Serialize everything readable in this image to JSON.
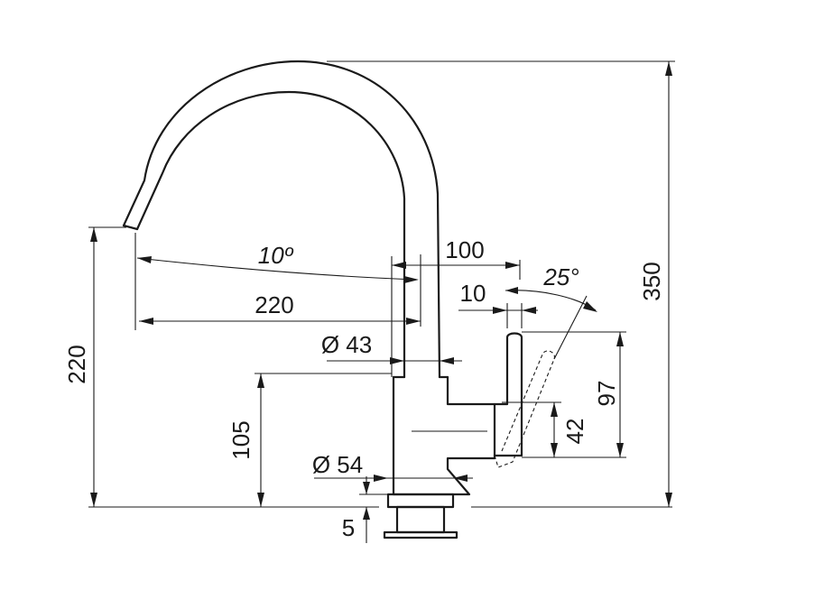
{
  "dimensions": {
    "height_total": "350",
    "spout_height": "220",
    "spout_angle": "10º",
    "spout_reach_offset": "100",
    "spout_reach": "220",
    "body_diameter": "Ø 43",
    "body_height": "105",
    "base_diameter": "Ø 54",
    "base_thickness": "5",
    "lever_offset": "10",
    "lever_angle": "25°",
    "lever_height": "97",
    "lever_pivot_height": "42"
  }
}
